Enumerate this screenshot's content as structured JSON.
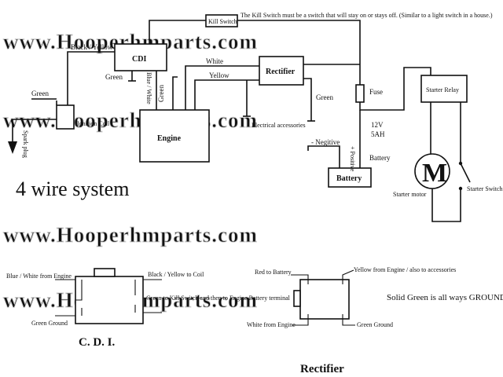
{
  "watermark": "www.Hooperhmparts.com",
  "title": "4 wire system",
  "top_note": "The Kill Switch must be a switch that will stay on or stays off.  (Similar to a light switch in a house.)",
  "components": {
    "kill_switch": "Kill Switch",
    "cdi": "CDI",
    "ignition_coil": "Ignition Coil",
    "spark_plug": "Spark plug",
    "engine": "Engine",
    "rectifier": "Rectifier",
    "electrical_accessories": "Electrical accessories",
    "fuse": "Fuse",
    "battery": "Battery",
    "battery_spec": [
      "12V",
      "5AH"
    ],
    "starter_relay": "Starter Relay",
    "starter_motor": "Starter motor",
    "starter_switch": "Starter Switch",
    "motor_symbol": "M"
  },
  "wires": {
    "black_yellow": "Black / Yellow",
    "green_cdi": "Green",
    "blue_white": "Blue / White",
    "green_engine": "Green",
    "green_coil": "Green",
    "white": "White",
    "yellow": "Yellow",
    "green_rectifier": "Green",
    "negitive": "- Negitive",
    "positive": "+ Positive"
  },
  "cdi_detail": {
    "caption": "C. D. I.",
    "blue_white": "Blue / White from Engine",
    "green_ground": "Green Ground",
    "black_yellow": "Black / Yellow to Coil",
    "green_kill": "Green to Kill Switch and then to Engine Battery terminal"
  },
  "rectifier_detail": {
    "caption": "Rectifier",
    "red": "Red to Battery",
    "yellow": "Yellow from Engine / also to accessories",
    "white": "White from Engine",
    "green": "Green Ground",
    "note": "Solid Green is all ways GROUND"
  }
}
